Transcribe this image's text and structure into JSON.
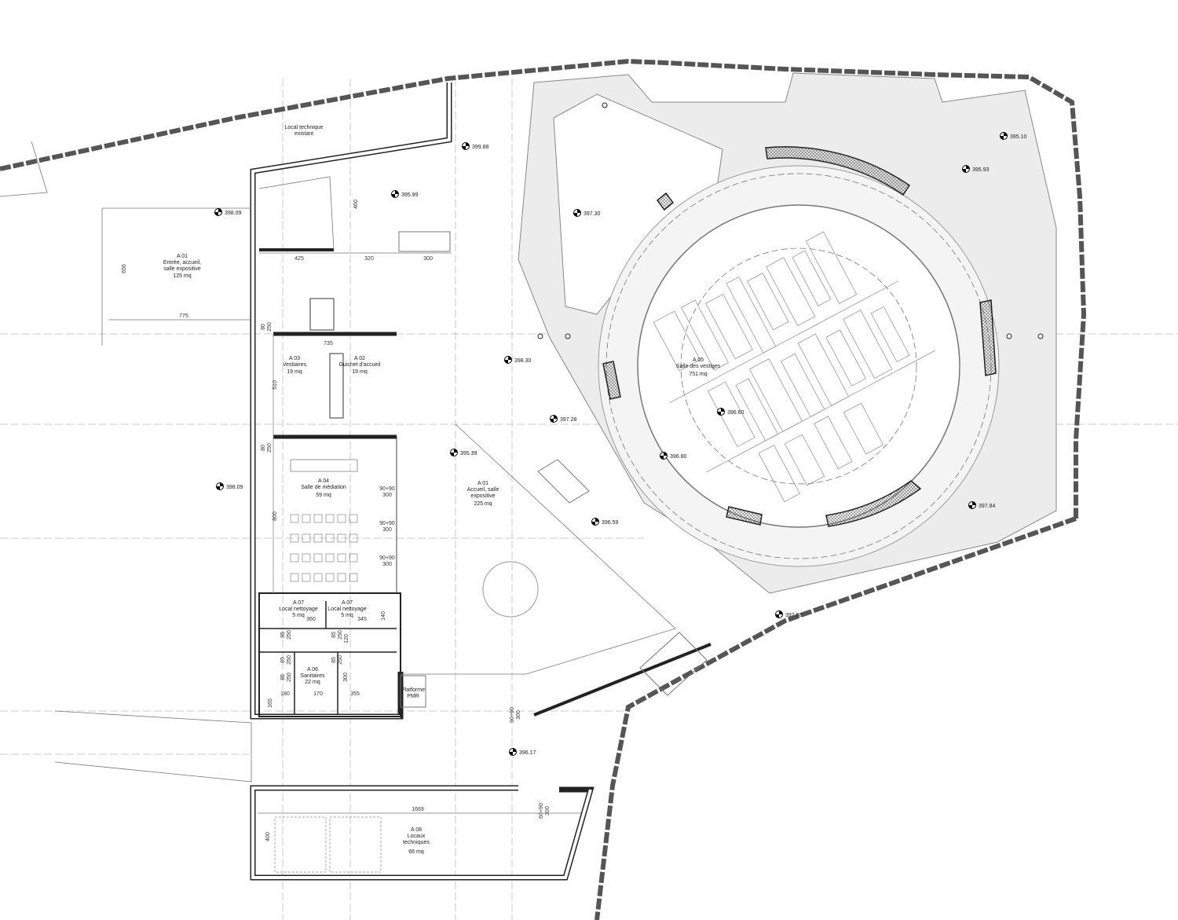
{
  "rooms": {
    "a01_entree": {
      "code": "A 01",
      "name_1": "Entrée, accueil,",
      "name_2": "salle expositive",
      "area": "125 mq"
    },
    "local_technique": {
      "name_1": "Local technique",
      "name_2": "existant"
    },
    "a03": {
      "code": "A 03",
      "name": "Vestiaires",
      "area": "19 mq"
    },
    "a02": {
      "code": "A 02",
      "name": "Guichet d'accueil",
      "area": "19 mq"
    },
    "a04": {
      "code": "A 04",
      "name": "Salle de médiation",
      "area": "59 mq"
    },
    "a01_accueil": {
      "code": "A 01",
      "name_1": "Accueil, salle",
      "name_2": "expositive",
      "area": "225 mq"
    },
    "a05": {
      "code": "A 05",
      "name": "Salle des vestiges",
      "area": "751 mq"
    },
    "a07_1": {
      "code": "A 07",
      "name": "Local nettoyage",
      "area": "5 mq"
    },
    "a07_2": {
      "code": "A 07",
      "name": "Local nettoyage",
      "area": "5 mq"
    },
    "a06": {
      "code": "A 06",
      "name": "Sanitaires",
      "area": "22 mq"
    },
    "pmr": {
      "name_1": "Platforme",
      "name_2": "PMR"
    },
    "a08": {
      "code": "A 08",
      "name_1": "Locaux",
      "name_2": "techniques",
      "area": "66 mq"
    }
  },
  "elevations": [
    "398.09",
    "395.99",
    "399.88",
    "397.30",
    "395.10",
    "395.93",
    "398.30",
    "397.28",
    "395.39",
    "396.60",
    "396.80",
    "396.59",
    "397.84",
    "397.08",
    "396.17",
    "398.09"
  ],
  "dimensions": {
    "d460": "460",
    "d425": "425",
    "d320": "320",
    "d300": "300",
    "d656": "656",
    "d775": "775",
    "d80a": "80",
    "d250a": "250",
    "d735": "735",
    "d510": "510",
    "d80b": "80",
    "d250b": "250",
    "d800": "800",
    "door1a": "90+90",
    "door1b": "300",
    "door2a": "90+90",
    "door2b": "300",
    "door3a": "90+90",
    "door3b": "300",
    "d360": "360",
    "d345": "345",
    "d140": "140",
    "d85a": "85",
    "d250c": "250",
    "d85b": "85",
    "d250d": "250",
    "d120": "120",
    "d85c": "85",
    "d250e": "250",
    "d85d": "85",
    "d250f": "250",
    "d85e": "85",
    "d250g": "250",
    "d300b": "300",
    "d180": "180",
    "d170": "170",
    "d355": "355",
    "d165": "165",
    "door4a": "90+90",
    "door4b": "300",
    "d1669": "1669",
    "d400": "400",
    "door5a": "60+90",
    "door5b": "300"
  }
}
